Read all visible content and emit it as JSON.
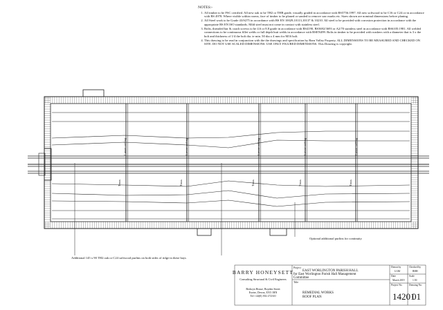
{
  "notes": {
    "heading": "NOTES:-",
    "items": [
      "All timber to be FSC certified. All new oak to be TH2 or THB grade, visually graded in accordance with BS5756:1997. All new softwood to be C16 or C24 or in accordance with BS 4978. Where visible within rooms, face of timber to be planed or sanded to remove saw marks etc. Sizes shown are nominal dimensions before planing.",
      "All Steel work to be Grade 43/S275 in accordance with BS EN 10029,10113,10137 & 10210. All steel to be provided with corrosion protection in accordance with the appropriate BS EN ISO standards. Mild steel must not come in contact with stainless steel.",
      "Bolts, threaded bar & coach screws to be 4.6 or 8.8 grade in accordance with BS4190, BS3692/3693 or A2/70 stainless steel in accordance with BS6105:1981. All welded connections to be continuous fillet welds or full depth butt welds in accordance with BSEN499. Bolts in timber to be provided with washers with a diameter that is 3 x the bolt and thickness of 1/4 the bolt dia. ie min. 50 dia.x 4 mm for M16 bolt.",
      "This drawing to be read in conjunction with the the drawings and specification by Barn Valley Property.   ALL DIMENSIONS TO BE MEASURED AND CHECKED ON SITE.  DO NOT USE SCALED DIMENSIONS.  USE ONLY FIGURED DIMENSIONS.  This Drawing is copyright."
    ]
  },
  "plan": {
    "truss_labels": [
      "Truss",
      "Truss",
      "Truss",
      "Truss",
      "Truss"
    ],
    "lower_labels": [
      "Lower ceiling",
      "Lower ceiling",
      "Lower ceiling",
      "Lower ceiling",
      "Lower ceiling"
    ],
    "annotation_purlins": "Optional additional purlins for continuity",
    "annotation_softwood": "Additional 145 x 90 TH2 oak or C24 softwood purlins on both sides of ridge in these bays"
  },
  "title_block": {
    "company_name": "BARRY HONEYSETT",
    "company_sub": "Consulting Structural & Civil Engineers",
    "address": [
      "Bedwyn House, Boyden Street",
      "Exeter, Devon, EX5 1RN",
      "Tel +44(0) 392 272310"
    ],
    "project_label": "Project",
    "project_lines": [
      "EAST WORLINGTON PARISH HALL",
      "for East Worlington Parish Hall Management",
      "Committee"
    ],
    "title_label": "Title",
    "title_lines": [
      "REMEDIAL WORKS",
      "ROOF PLAN"
    ],
    "drawn_by_label": "Drawn by",
    "drawn_by": "LGM",
    "checked_by_label": "Checked by",
    "checked_by": "BHH",
    "date_label": "Date",
    "date": "March 2019",
    "scale_label": "Scale",
    "scale": "1:50",
    "project_no_label": "Project No.",
    "project_no": "14201",
    "drawing_no_label": "Drawing No.",
    "drawing_no": "01"
  }
}
